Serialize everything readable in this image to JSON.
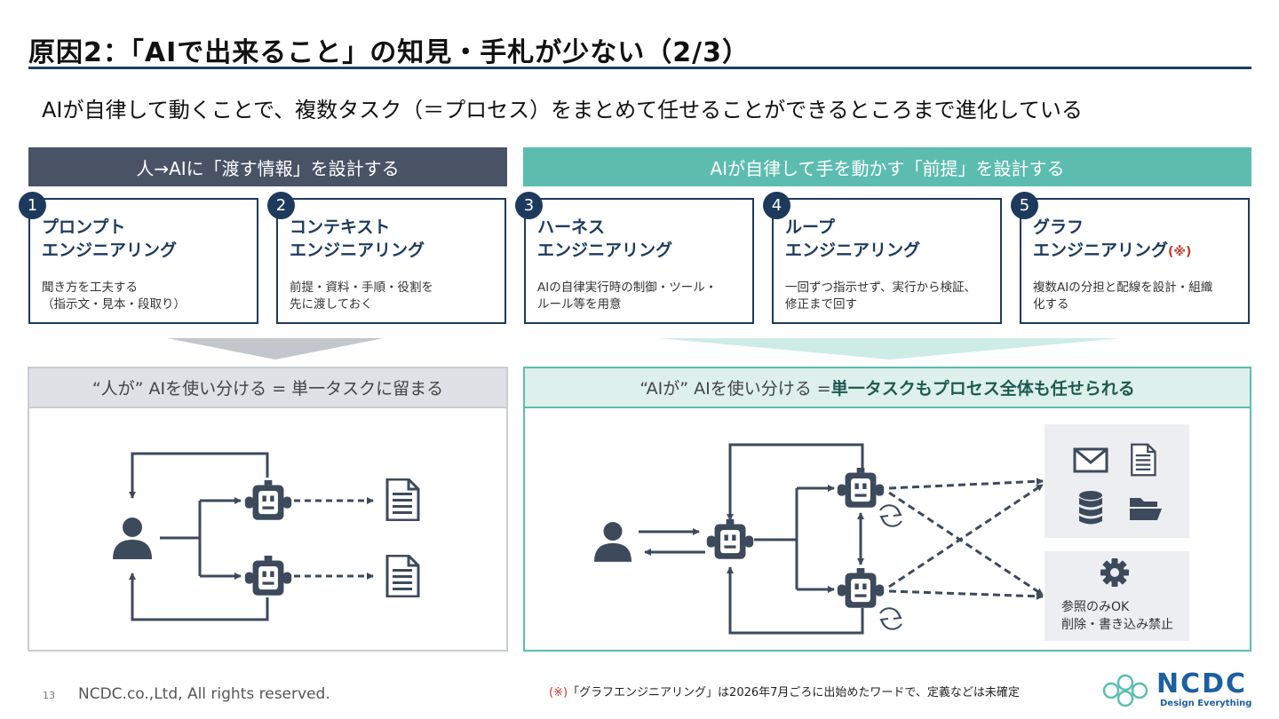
{
  "title": "原因2：「AIで出来ること」の知見・手札が少ない（2/3）",
  "subtitle": "AIが自律して動くことで、複数タスク（＝プロセス）をまとめて任せることができるところまで進化している",
  "band_left": "人→AIに「渡す情報」を設計する",
  "band_right": "AIが自律して手を動かす「前提」を設計する",
  "cards": [
    {
      "num": "1",
      "title1": "プロンプト",
      "title2": "エンジニアリング",
      "note": "",
      "desc1": "聞き方を工夫する",
      "desc2": "（指示文・見本・段取り）"
    },
    {
      "num": "2",
      "title1": "コンテキスト",
      "title2": "エンジニアリング",
      "note": "",
      "desc1": "前提・資料・手順・役割を",
      "desc2": "先に渡しておく"
    },
    {
      "num": "3",
      "title1": "ハーネス",
      "title2": "エンジニアリング",
      "note": "",
      "desc1": "AIの自律実行時の制御・ツール・",
      "desc2": "ルール等を用意"
    },
    {
      "num": "4",
      "title1": "ループ",
      "title2": "エンジニアリング",
      "note": "",
      "desc1": "一回ずつ指示せず、実行から検証、",
      "desc2": "修正まで回す"
    },
    {
      "num": "5",
      "title1": "グラフ",
      "title2": "エンジニアリング",
      "note": "(※)",
      "desc1": "複数AIの分担と配線を設計・組織",
      "desc2": "化する"
    }
  ],
  "panel_left_title": "“人が” AIを使い分ける = 単一タスクに留まる",
  "panel_right_title_pre": "“AIが” AIを使い分ける = ",
  "panel_right_title_hl": "単一タスクもプロセス全体も任せられる",
  "perm_box": {
    "line1": "参照のみOK",
    "line2": "削除・書き込み禁止"
  },
  "footer": {
    "page": "13",
    "copyright": "NCDC.co.,Ltd, All rights reserved."
  },
  "footnote_mark": "(※)",
  "footnote_text": "「グラフエンジニアリング」は2026年7月ごろに出始めたワードで、定義などは未確定",
  "logo": {
    "name": "NCDC",
    "tagline": "Design Everything"
  },
  "colors": {
    "navy": "#1d3a5c",
    "slate": "#4a5366",
    "teal": "#5cbdaf",
    "icon": "#3d4a5c",
    "note_red": "#c0392b"
  }
}
